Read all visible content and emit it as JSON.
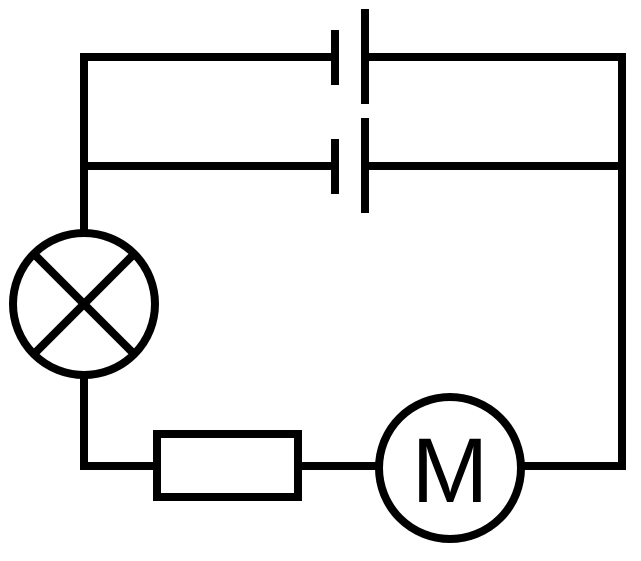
{
  "diagram": {
    "title": "Circuit diagram",
    "motor_label": "M",
    "components": [
      "cell",
      "cell",
      "lamp",
      "resistor",
      "motor"
    ]
  }
}
